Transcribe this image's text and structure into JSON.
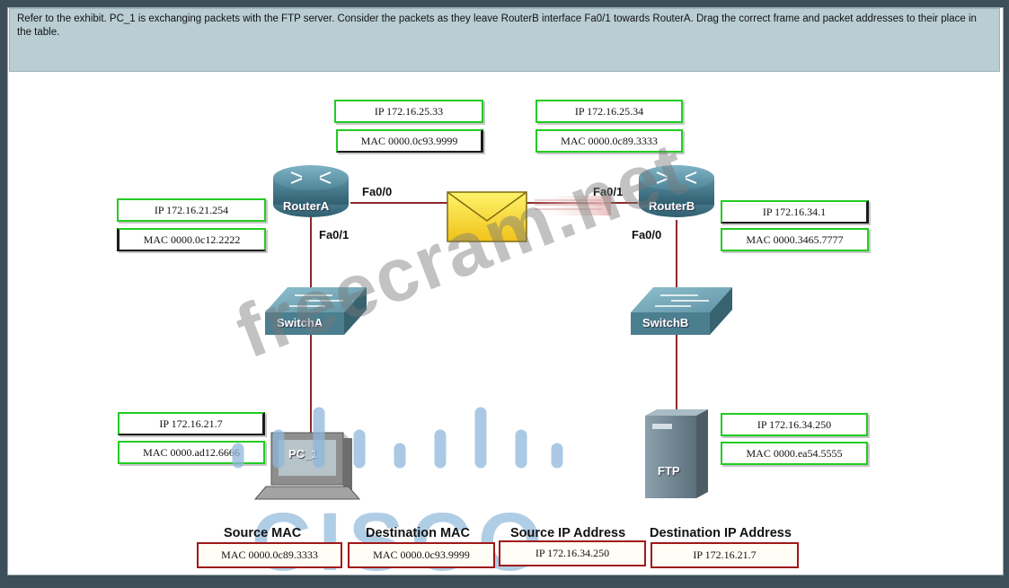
{
  "question": "Refer to the exhibit. PC_1 is exchanging packets with the FTP server. Consider the packets as they leave RouterB interface Fa0/1 towards RouterA. Drag the correct frame and packet addresses to their place in the table.",
  "devices": {
    "routerA": "RouterA",
    "routerB": "RouterB",
    "switchA": "SwitchA",
    "switchB": "SwitchB",
    "pc": "PC_1",
    "server": "FTP"
  },
  "interfaces": {
    "ra_fa00": "Fa0/0",
    "ra_fa01": "Fa0/1",
    "rb_fa01": "Fa0/1",
    "rb_fa00": "Fa0/0"
  },
  "address_cards": {
    "ra_fa00_ip": "IP 172.16.25.33",
    "ra_fa00_mac": "MAC 0000.0c93.9999",
    "rb_fa01_ip": "IP 172.16.25.34",
    "rb_fa01_mac": "MAC 0000.0c89.3333",
    "ra_fa01_ip": "IP 172.16.21.254",
    "ra_fa01_mac": "MAC 0000.0c12.2222",
    "rb_fa00_ip": "IP 172.16.34.1",
    "rb_fa00_mac": "MAC 0000.3465.7777",
    "pc_ip": "IP 172.16.21.7",
    "pc_mac": "MAC 0000.ad12.6666",
    "ftp_ip": "IP 172.16.34.250",
    "ftp_mac": "MAC 0000.ea54.5555"
  },
  "table": {
    "headers": [
      "Source MAC",
      "Destination MAC",
      "Source IP Address",
      "Destination IP Address"
    ],
    "values": [
      "MAC 0000.0c89.3333",
      "MAC 0000.0c93.9999",
      "IP 172.16.34.250",
      "IP 172.16.21.7"
    ]
  },
  "watermarks": {
    "site": "freecram.net",
    "brand": "CISCO"
  },
  "colors": {
    "card_border": "#22cc22",
    "answer_border": "#a01818",
    "link": "#8b2a2a",
    "header_bg": "#b9cdd3",
    "watermark_blue": "#8fb8dc"
  }
}
